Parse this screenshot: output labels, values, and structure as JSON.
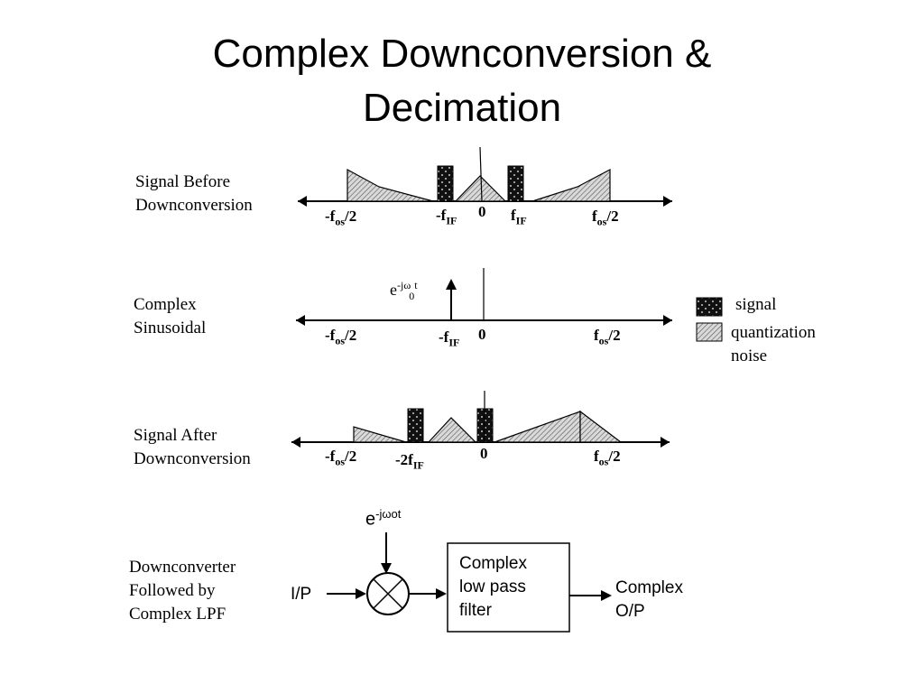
{
  "title_line1": "Complex Downconversion &",
  "title_line2": "Decimation",
  "rows": {
    "before": {
      "line1": "Signal Before",
      "line2": "Downconversion"
    },
    "sinusoid": {
      "line1": "Complex",
      "line2": "Sinusoidal"
    },
    "after": {
      "line1": "Signal After",
      "line2": "Downconversion"
    },
    "block": {
      "line1": "Downconverter",
      "line2": "Followed by",
      "line3": "Complex LPF"
    }
  },
  "ticks": {
    "neg_fos": "-f",
    "fos": "f",
    "os_sub": "os",
    "half": "/2",
    "neg_fif": "-f",
    "fif": "f",
    "if_sub": "IF",
    "zero": "0",
    "neg_2fif": "-2f"
  },
  "sinusoid_label": {
    "base": "e",
    "sup": "-jω",
    "sub": "0",
    "t": "t"
  },
  "legend": {
    "signal": "signal",
    "noise_line1": "quantization",
    "noise_line2": "noise"
  },
  "block_diagram": {
    "lo_base": "e",
    "lo_sup": "-jωot",
    "input": "I/P",
    "filter_line1": "Complex",
    "filter_line2": "low pass",
    "filter_line3": "filter",
    "output_line1": "Complex",
    "output_line2": "O/P"
  },
  "colors": {
    "signal_fill": "#111111",
    "noise_fill": "#bdbdbd"
  }
}
